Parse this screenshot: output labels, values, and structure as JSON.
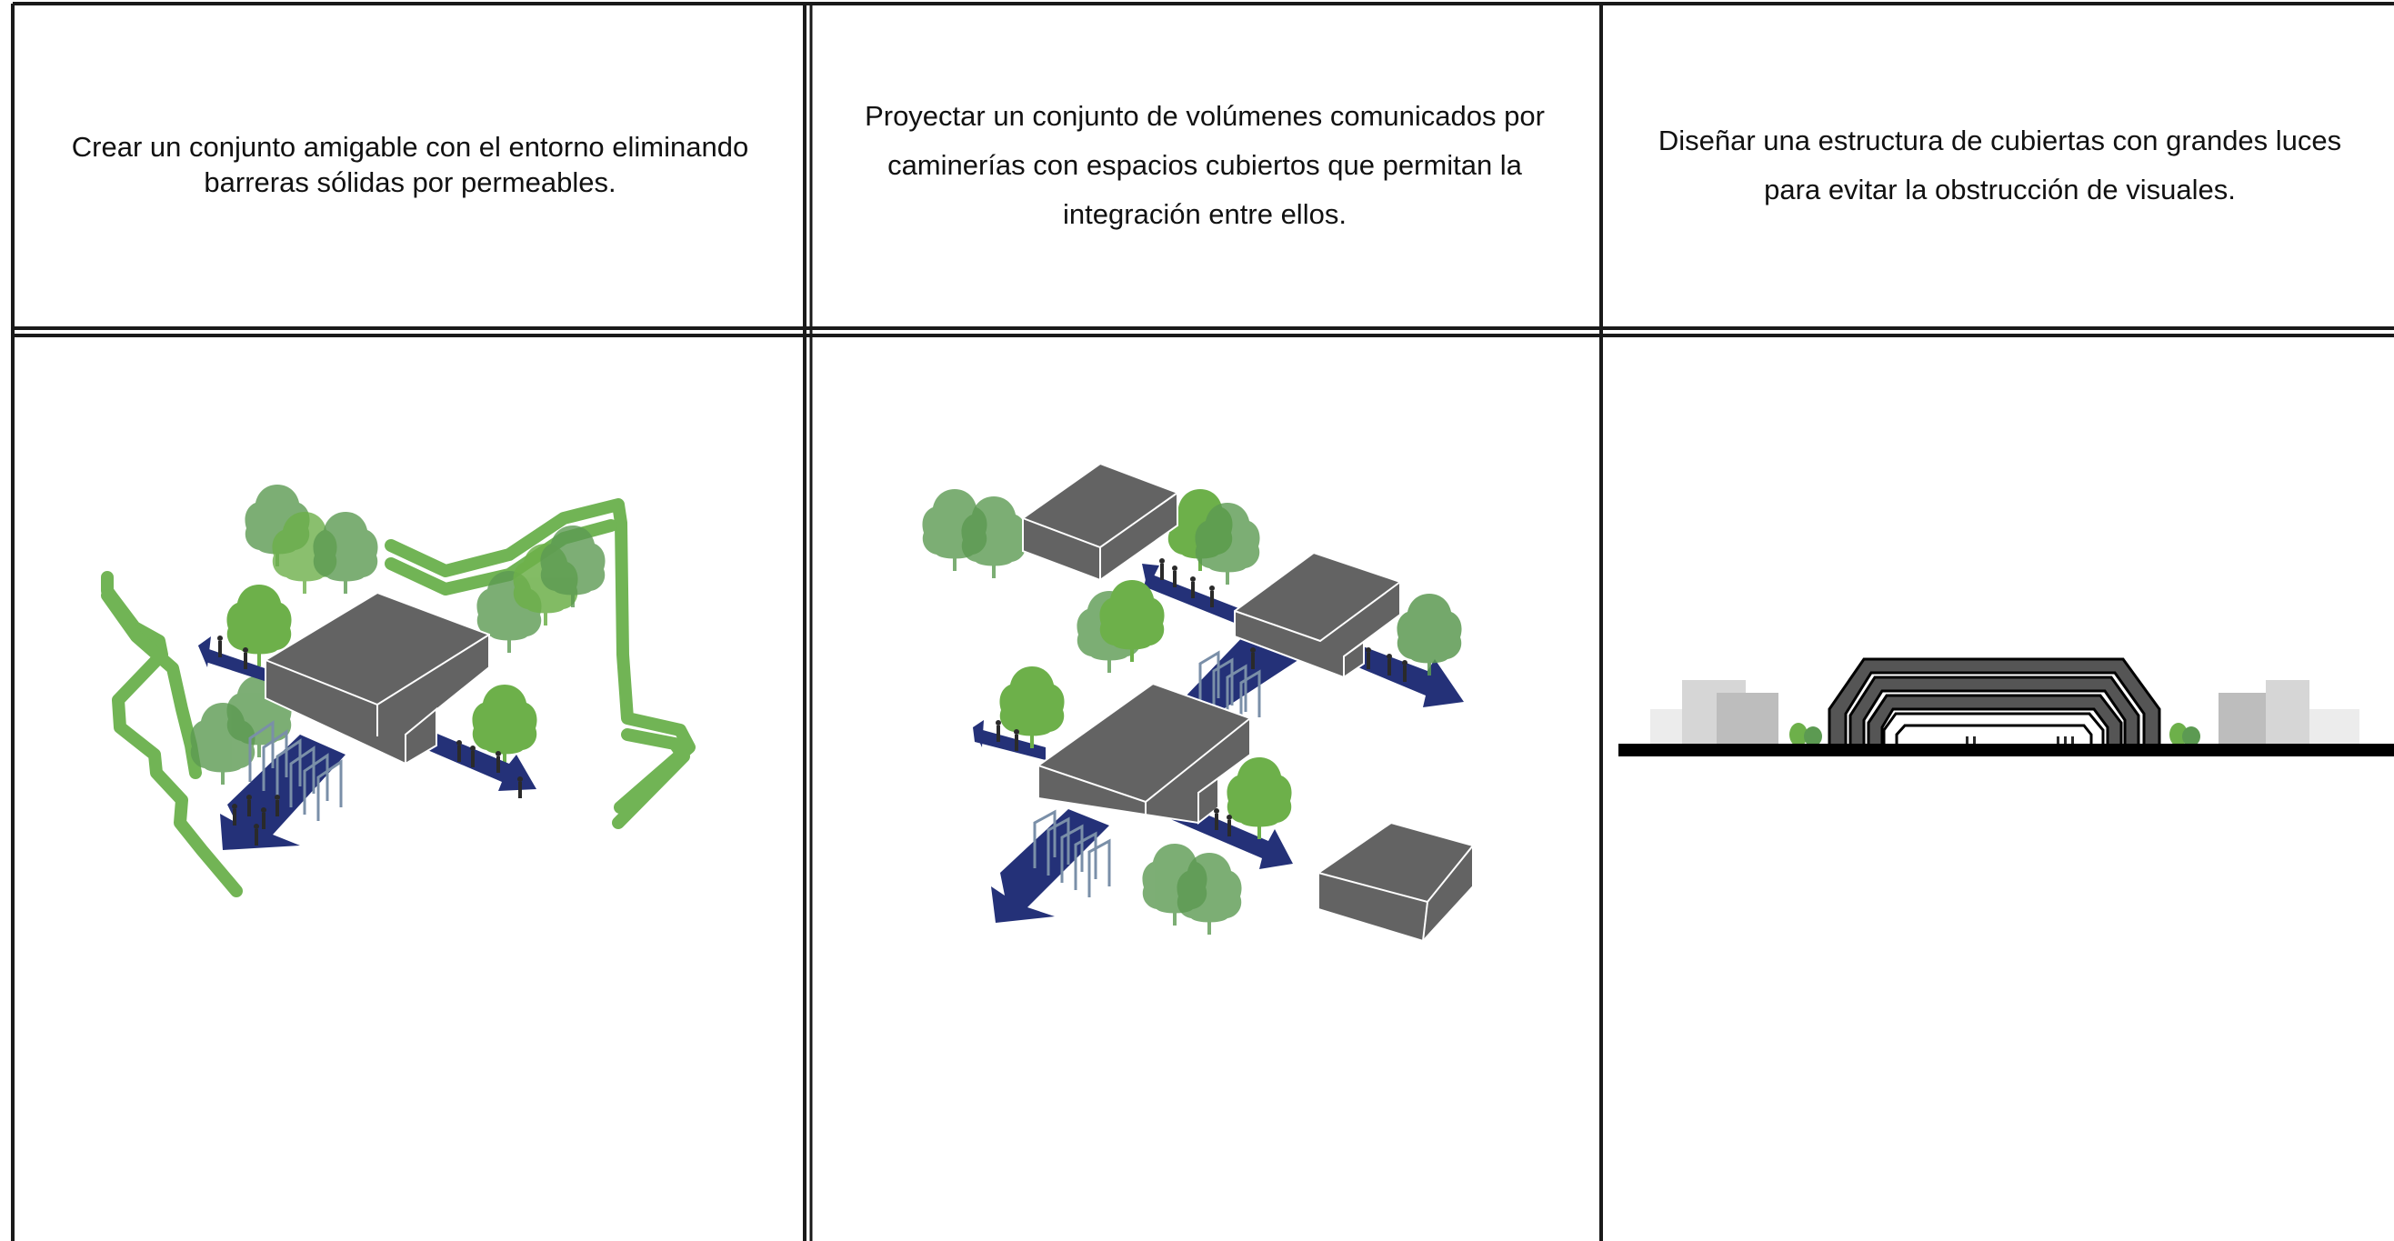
{
  "columns": [
    {
      "id": "permeable",
      "text": "Crear un conjunto amigable con el entorno eliminando\nbarreras sólidas por permeables."
    },
    {
      "id": "volumes",
      "text": "Proyectar un conjunto de volúmenes comunicados por\ncaminerías con espacios cubiertos que permitan la\nintegración entre ellos."
    },
    {
      "id": "roofs",
      "text": "Diseñar una estructura de cubiertas con grandes luces\npara evitar la obstrucción de visuales."
    }
  ],
  "colors": {
    "grid": "#1a1a1a",
    "volume": "#636363",
    "arrow": "#243178",
    "tree_light": "#6db04a",
    "tree_dark": "#5c9a52",
    "hedge": "#6ab04c",
    "roof": "#555555"
  }
}
